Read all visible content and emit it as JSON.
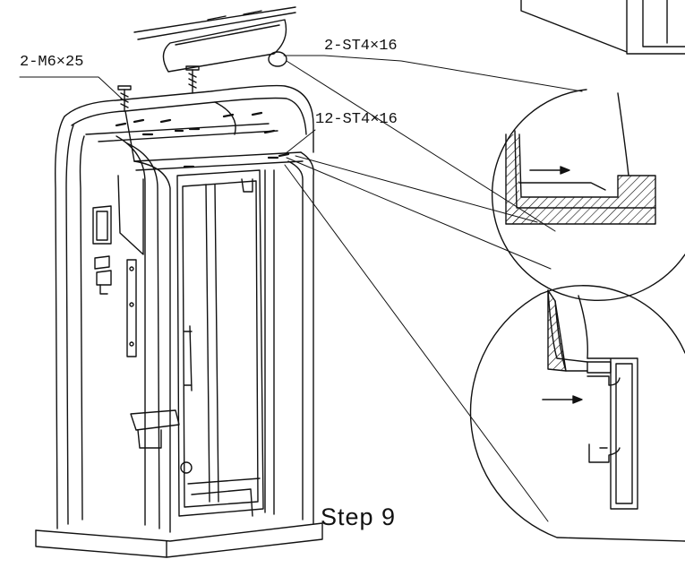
{
  "labels": {
    "screw_top": "2-M6×25",
    "screw_cap": "2-ST4×16",
    "screw_roof": "12-ST4×16"
  },
  "step_label": "Step 9",
  "colors": {
    "ink": "#111111",
    "background": "#ffffff"
  },
  "icons": {
    "direction_arrow": "right-arrow-icon"
  }
}
